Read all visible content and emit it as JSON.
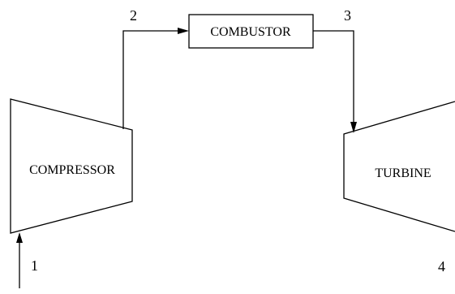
{
  "components": {
    "compressor": "COMPRESSOR",
    "combustor": "COMBUSTOR",
    "turbine": "TURBINE"
  },
  "states": {
    "s1": "1",
    "s2": "2",
    "s3": "3",
    "s4": "4"
  }
}
